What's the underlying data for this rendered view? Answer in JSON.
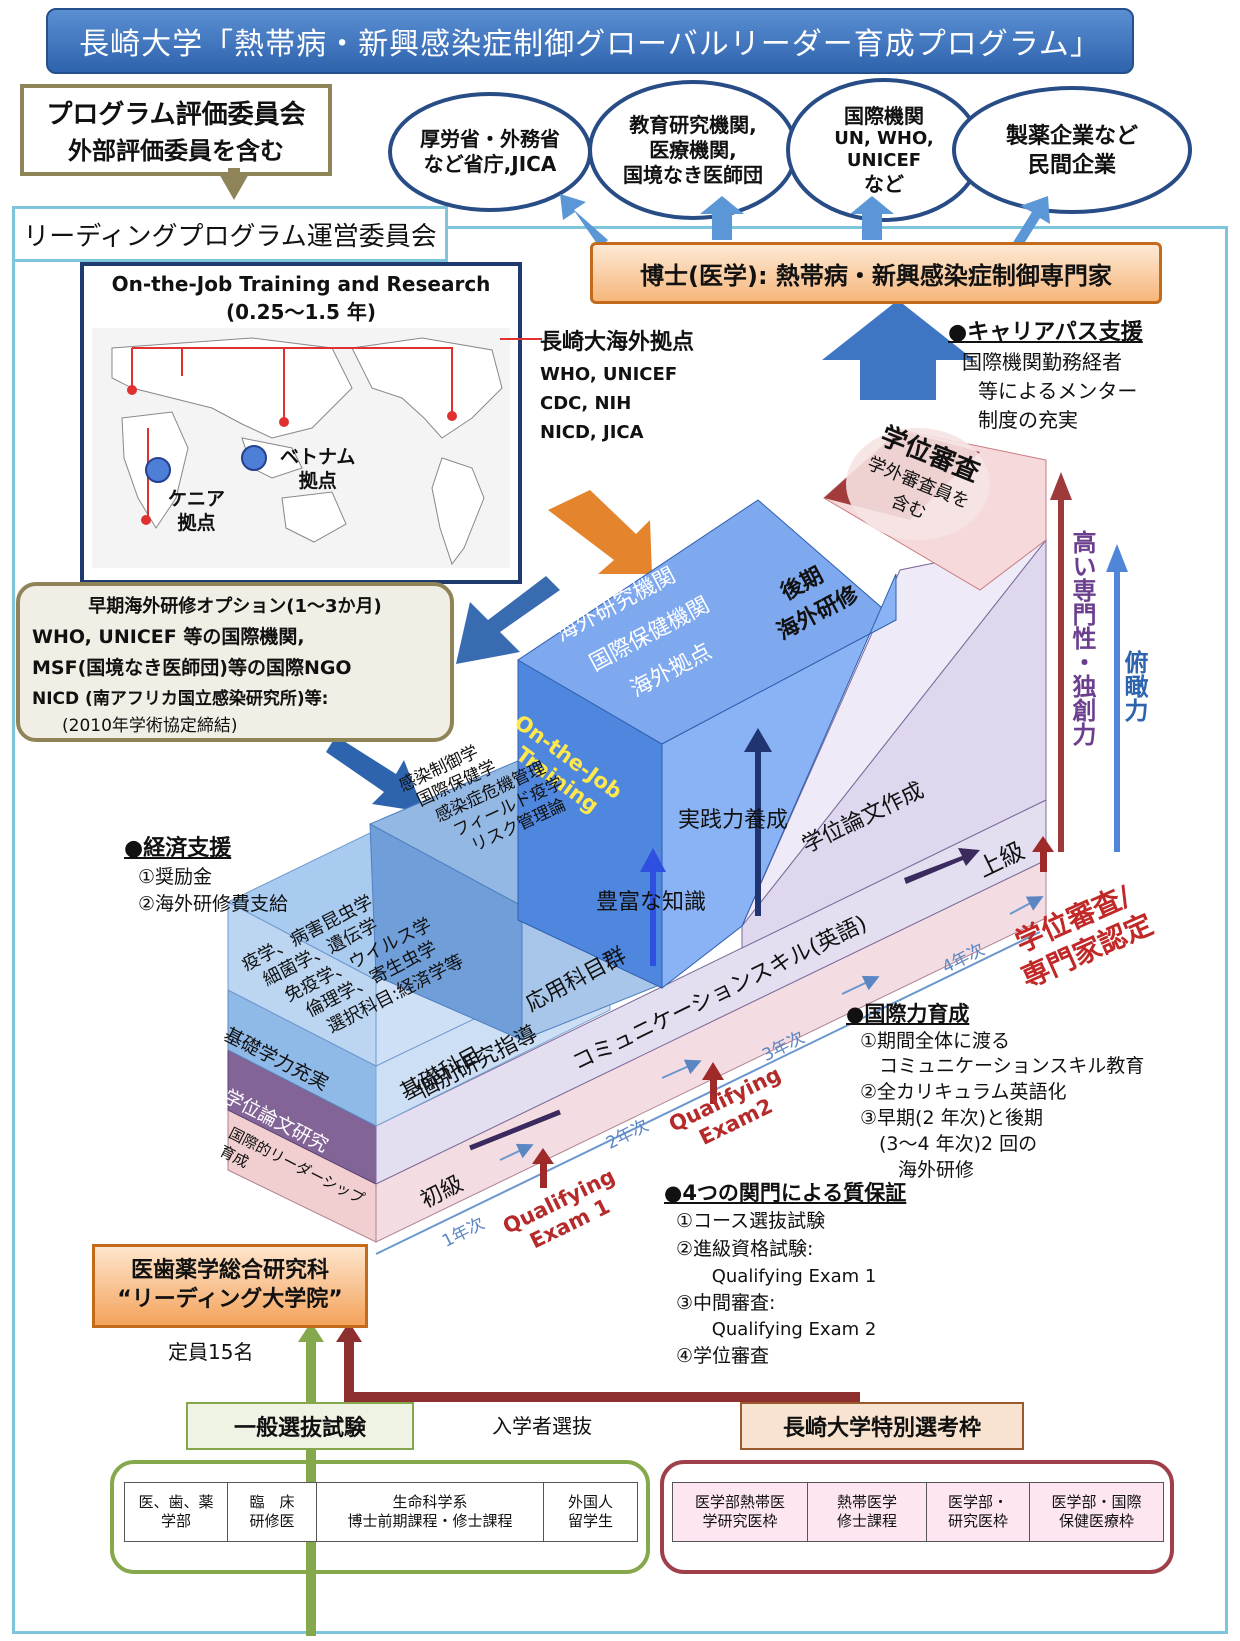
{
  "title": "長崎大学「熱帯病・新興感染症制御グローバルリーダー育成プログラム」",
  "evaluation": {
    "line1": "プログラム評価委員会",
    "line2": "外部評価委員を含む"
  },
  "steering": "リーディングプログラム運営委員会",
  "careers": [
    {
      "lines": [
        "厚労省・外務省",
        "など省庁,JICA"
      ]
    },
    {
      "lines": [
        "教育研究機関,",
        "医療機関,",
        "国境なき医師団"
      ]
    },
    {
      "lines": [
        "国際機関",
        "UN, WHO,",
        "UNICEF",
        "など"
      ]
    },
    {
      "lines": [
        "製薬企業など",
        "民間企業"
      ]
    }
  ],
  "phd": "博士(医学): 熱帯病・新興感染症制御専門家",
  "ojt": {
    "title": "On-the-Job Training and Research",
    "duration": "(0.25〜1.5 年)",
    "bases_title": "長崎大海外拠点",
    "bases_lines": [
      "WHO, UNICEF",
      "CDC, NIH",
      "NICD, JICA"
    ],
    "vietnam": [
      "ベトナム",
      "拠点"
    ],
    "kenya": [
      "ケニア",
      "拠点"
    ]
  },
  "career_support": {
    "title": "●キャリアパス支援",
    "lines": [
      "国際機関勤務経者",
      "等によるメンター",
      "制度の充実"
    ]
  },
  "early_training": {
    "title": "早期海外研修オプション(1〜3か月)",
    "lines": [
      "WHO, UNICEF 等の国際機関,",
      "MSF(国境なき医師団)等の国際NGO",
      "NICD (南アフリカ国立感染研究所)等:",
      "(2010年学術協定締結)"
    ]
  },
  "degree_review_top": {
    "title": "学位審査",
    "lines": [
      "学外審査員を",
      "含む"
    ]
  },
  "overseas": {
    "institutes": [
      "海外研究機関",
      "国際保健機関",
      "海外拠点"
    ],
    "late": [
      "後期",
      "海外研修"
    ],
    "ojt_label": [
      "On-the-Job",
      "Training"
    ]
  },
  "practical": "実践力養成",
  "knowledge": "豊富な知識",
  "thesis_writing": "学位論文作成",
  "upper": "上級",
  "applied_subjects": "応用科目群",
  "applied_list": [
    "感染制御学",
    "国際保健学",
    "感染症危機管理",
    "フィールド疫学",
    "リスク管理論"
  ],
  "basic_list": [
    "疫学、病害昆虫学",
    "細菌学、遺伝学",
    "免疫学、ウイルス学",
    "倫理学、寄生虫学",
    "選択科目:経済学等"
  ],
  "basic_subjects": "基礎科目",
  "layers": [
    "基礎学力充実",
    "学位論文研究",
    "国際的リーダーシップ育成"
  ],
  "individual": "個別研究指導",
  "communication": "コミュニケーションスキル(英語)",
  "beginner": "初級",
  "years": [
    "1年次",
    "2年次",
    "3年次",
    "4年次"
  ],
  "qe1": [
    "Qualifying",
    "Exam 1"
  ],
  "qe2": [
    "Qualifying",
    "Exam2"
  ],
  "expertise": "高い専門性・独創力",
  "overview": "俯瞰力",
  "degree_review_red": [
    "学位審査/",
    "専門家認定"
  ],
  "economic": {
    "title": "●経済支援",
    "lines": [
      "①奨励金",
      "②海外研修費支給"
    ]
  },
  "international": {
    "title": "●国際力育成",
    "lines": [
      "①期間全体に渡る",
      "　コミュニケーションスキル教育",
      "②全カリキュラム英語化",
      "③早期(2 年次)と後期",
      "　(3〜4 年次)2 回の",
      "　　海外研修"
    ]
  },
  "quality": {
    "title": "●4つの関門による質保証",
    "lines": [
      "①コース選抜試験",
      "②進級資格試験:",
      "　 Qualifying  Exam 1",
      "③中間審査:",
      "　 Qualifying  Exam 2",
      "④学位審査"
    ]
  },
  "graduate": [
    "医歯薬学総合研究科",
    "“リーディング大学院”"
  ],
  "capacity": "定員15名",
  "general_exam": "一般選抜試験",
  "admission": "入学者選抜",
  "special": "長崎大学特別選考枠",
  "green_cells": [
    [
      "医、歯、薬",
      "学部"
    ],
    [
      "臨　床",
      "研修医"
    ],
    [
      "生命科学系",
      "博士前期課程・修士課程"
    ],
    [
      "外国人",
      "留学生"
    ]
  ],
  "pink_cells": [
    [
      "医学部熱帯医",
      "学研究医枠"
    ],
    [
      "熱帯医学",
      "修士課程"
    ],
    [
      "医学部・",
      "研究医枠"
    ],
    [
      "医学部・国際",
      "保健医療枠"
    ]
  ]
}
